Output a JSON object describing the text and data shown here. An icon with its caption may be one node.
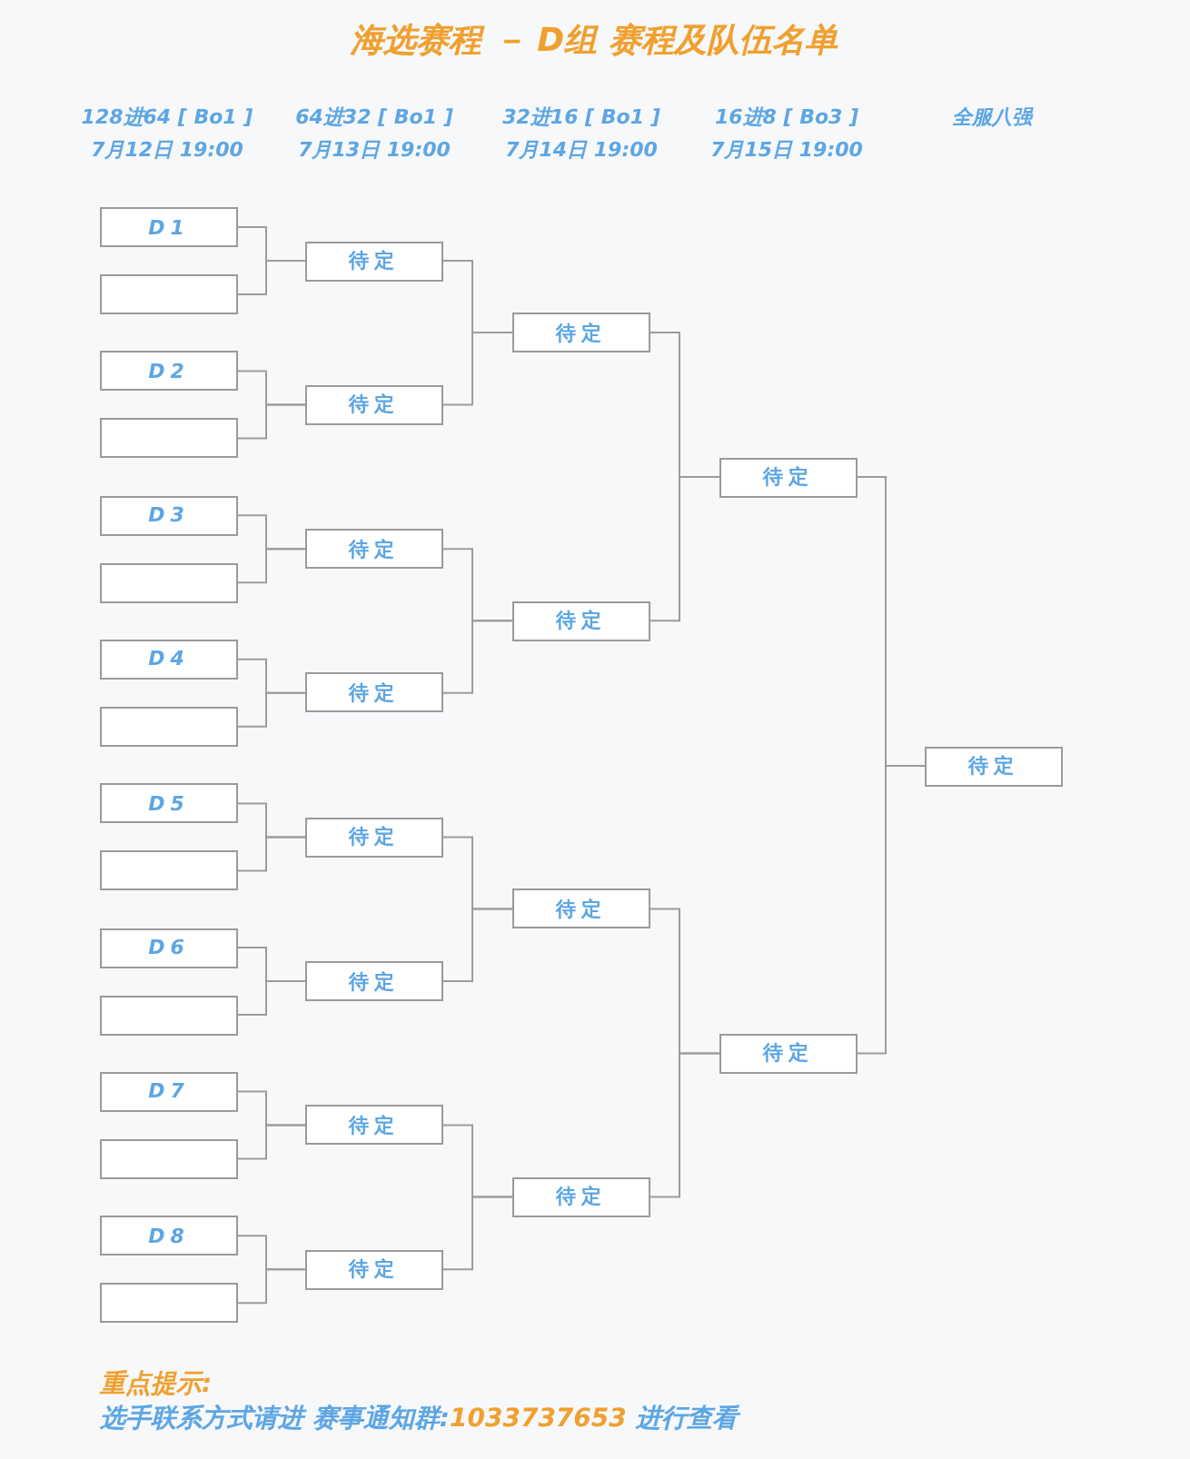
{
  "diagram": {
    "title": "海选赛程 － D组 赛程及队伍名单",
    "nodes": [
      {
        "text": [
          "D1"
        ]
      },
      {
        "text": [],
        "shape": "box"
      },
      {
        "text": [
          "D2"
        ]
      },
      {
        "text": [],
        "shape": "box"
      },
      {
        "text": [
          "D3"
        ]
      },
      {
        "text": [],
        "shape": "box"
      },
      {
        "text": [
          "D4"
        ]
      },
      {
        "text": [],
        "shape": "box"
      },
      {
        "text": [
          "D5"
        ]
      },
      {
        "text": [],
        "shape": "box"
      },
      {
        "text": [
          "D6"
        ]
      },
      {
        "text": [],
        "shape": "box"
      },
      {
        "text": [
          "D7"
        ]
      },
      {
        "text": [],
        "shape": "box"
      },
      {
        "text": [
          "D8"
        ]
      },
      {
        "text": [],
        "shape": "box"
      },
      {
        "text": [
          "待定"
        ]
      },
      {
        "text": [
          "待定"
        ]
      },
      {
        "text": [
          "待定"
        ]
      },
      {
        "text": [
          "待定"
        ]
      },
      {
        "text": [
          "待定"
        ]
      },
      {
        "text": [
          "待定"
        ]
      },
      {
        "text": [
          "待定"
        ]
      },
      {
        "text": [
          "待定"
        ]
      },
      {
        "text": [
          "待定"
        ]
      },
      {
        "text": [
          "待定"
        ]
      },
      {
        "text": [
          "待定"
        ]
      },
      {
        "text": [
          "待定"
        ]
      },
      {
        "text": [
          "待定"
        ]
      },
      {
        "text": [
          "待定"
        ]
      },
      {
        "text": [
          "待定"
        ]
      }
    ],
    "edges": [
      {
        "from": 0,
        "to": 16,
        "arrow": "none"
      },
      {
        "from": 1,
        "to": 16,
        "arrow": "none"
      },
      {
        "from": 2,
        "to": 17,
        "arrow": "none"
      },
      {
        "from": 3,
        "to": 17,
        "arrow": "none"
      },
      {
        "from": 4,
        "to": 18,
        "arrow": "none"
      },
      {
        "from": 5,
        "to": 18,
        "arrow": "none"
      },
      {
        "from": 6,
        "to": 19,
        "arrow": "none"
      },
      {
        "from": 7,
        "to": 19,
        "arrow": "none"
      },
      {
        "from": 8,
        "to": 20,
        "arrow": "none"
      },
      {
        "from": 9,
        "to": 20,
        "arrow": "none"
      },
      {
        "from": 10,
        "to": 21,
        "arrow": "none"
      },
      {
        "from": 11,
        "to": 21,
        "arrow": "none"
      },
      {
        "from": 12,
        "to": 22,
        "arrow": "none"
      },
      {
        "from": 13,
        "to": 22,
        "arrow": "none"
      },
      {
        "from": 14,
        "to": 23,
        "arrow": "none"
      },
      {
        "from": 15,
        "to": 23,
        "arrow": "none"
      },
      {
        "from": 16,
        "to": 24,
        "arrow": "none"
      },
      {
        "from": 17,
        "to": 24,
        "arrow": "none"
      },
      {
        "from": 18,
        "to": 25,
        "arrow": "none"
      },
      {
        "from": 19,
        "to": 25,
        "arrow": "none"
      },
      {
        "from": 20,
        "to": 26,
        "arrow": "none"
      },
      {
        "from": 21,
        "to": 26,
        "arrow": "none"
      },
      {
        "from": 22,
        "to": 27,
        "arrow": "none"
      },
      {
        "from": 23,
        "to": 27,
        "arrow": "none"
      },
      {
        "from": 24,
        "to": 28,
        "arrow": "none"
      },
      {
        "from": 25,
        "to": 28,
        "arrow": "none"
      },
      {
        "from": 26,
        "to": 29,
        "arrow": "none"
      },
      {
        "from": 27,
        "to": 29,
        "arrow": "none"
      },
      {
        "from": 28,
        "to": 30,
        "arrow": "none"
      },
      {
        "from": 29,
        "to": 30,
        "arrow": "none"
      }
    ],
    "labels": [
      "128进64 [ Bo1 ]",
      "7月12日 19:00",
      "64进32 [ Bo1 ]",
      "7月13日 19:00",
      "32进16 [ Bo1 ]",
      "7月14日 19:00",
      "16进8 [ Bo3 ]",
      "7月15日 19:00",
      "全服八强",
      "重点提示:",
      "选手联系方式请进 赛事通知群:1033737653 进行查看"
    ]
  }
}
